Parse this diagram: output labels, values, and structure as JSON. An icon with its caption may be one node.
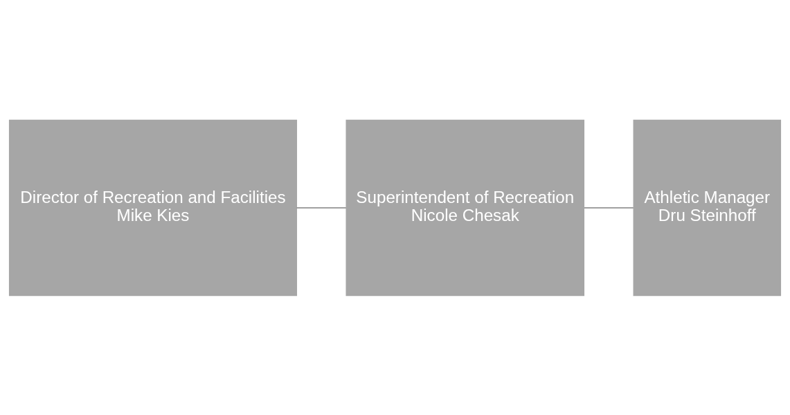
{
  "diagram": {
    "nodes": [
      {
        "text": [
          "Director of Recreation and Facilities",
          "Mike Kies"
        ]
      },
      {
        "text": [
          "Superintendent of Recreation",
          "Nicole Chesak"
        ]
      },
      {
        "text": [
          "Athletic Manager",
          "Dru Steinhoff"
        ]
      }
    ],
    "edges": [
      {
        "from": 0,
        "to": 1,
        "arrow": "none"
      },
      {
        "from": 1,
        "to": 2,
        "arrow": "none"
      }
    ]
  }
}
